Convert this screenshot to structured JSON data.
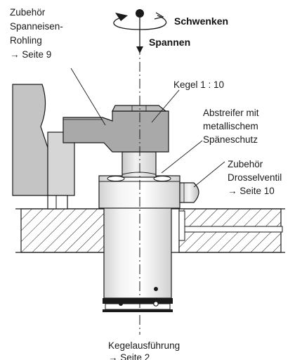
{
  "motion": {
    "swivel_label": "Schwenken",
    "clamp_label": "Spannen"
  },
  "callouts": {
    "accessory_arm": [
      "Zubehör",
      "Spanneisen-",
      "Rohling",
      "→ Seite 9"
    ],
    "taper": [
      "Kegel 1 : 10"
    ],
    "wiper": [
      "Abstreifer mit",
      "metallischem",
      "Späneschutz"
    ],
    "throttle_valve": [
      "Zubehör",
      "Drosselventil",
      "→ Seite 10"
    ],
    "taper_version": [
      "Kegelausführung",
      "→ Seite 2"
    ]
  },
  "colors": {
    "metal_dark": "#a9a9a9",
    "metal_light": "#e4e4e4",
    "metal_mid": "#cfcfcf",
    "line": "#1a1a1a"
  }
}
